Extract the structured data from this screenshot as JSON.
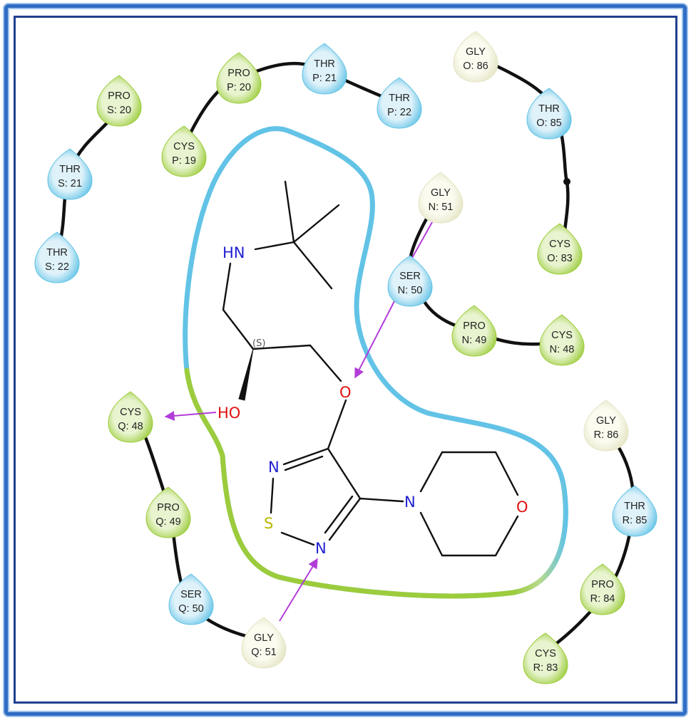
{
  "colors": {
    "hydrophobic": "#9ccc3c",
    "polar": "#62c3e6",
    "glycine": "#f2f2dc",
    "interaction_arrow": "#b23cd8",
    "frame_outer": "#2f6cc4",
    "frame_inner": "#1f3f8f",
    "nitrogen": "#2020d0",
    "oxygen": "#e01010",
    "sulfur": "#b8b800"
  },
  "residues": [
    {
      "id": "pro-s20",
      "name": "PRO",
      "label": "S: 20",
      "type": "hydrophobic"
    },
    {
      "id": "thr-s21",
      "name": "THR",
      "label": "S: 21",
      "type": "polar"
    },
    {
      "id": "thr-s22",
      "name": "THR",
      "label": "S: 22",
      "type": "polar"
    },
    {
      "id": "cys-p19",
      "name": "CYS",
      "label": "P: 19",
      "type": "hydrophobic"
    },
    {
      "id": "pro-p20",
      "name": "PRO",
      "label": "P: 20",
      "type": "hydrophobic"
    },
    {
      "id": "thr-p21",
      "name": "THR",
      "label": "P: 21",
      "type": "polar"
    },
    {
      "id": "thr-p22",
      "name": "THR",
      "label": "P: 22",
      "type": "polar"
    },
    {
      "id": "gly-o86",
      "name": "GLY",
      "label": "O: 86",
      "type": "glycine"
    },
    {
      "id": "thr-o85",
      "name": "THR",
      "label": "O: 85",
      "type": "polar"
    },
    {
      "id": "cys-o83",
      "name": "CYS",
      "label": "O: 83",
      "type": "hydrophobic"
    },
    {
      "id": "gly-n51",
      "name": "GLY",
      "label": "N: 51",
      "type": "glycine"
    },
    {
      "id": "ser-n50",
      "name": "SER",
      "label": "N: 50",
      "type": "polar"
    },
    {
      "id": "pro-n49",
      "name": "PRO",
      "label": "N: 49",
      "type": "hydrophobic"
    },
    {
      "id": "cys-n48",
      "name": "CYS",
      "label": "N: 48",
      "type": "hydrophobic"
    },
    {
      "id": "cys-q48",
      "name": "CYS",
      "label": "Q: 48",
      "type": "hydrophobic"
    },
    {
      "id": "pro-q49",
      "name": "PRO",
      "label": "Q: 49",
      "type": "hydrophobic"
    },
    {
      "id": "ser-q50",
      "name": "SER",
      "label": "Q: 50",
      "type": "polar"
    },
    {
      "id": "gly-q51",
      "name": "GLY",
      "label": "Q: 51",
      "type": "glycine"
    },
    {
      "id": "gly-r86",
      "name": "GLY",
      "label": "R: 86",
      "type": "glycine"
    },
    {
      "id": "thr-r85",
      "name": "THR",
      "label": "R: 85",
      "type": "polar"
    },
    {
      "id": "pro-r84",
      "name": "PRO",
      "label": "R: 84",
      "type": "hydrophobic"
    },
    {
      "id": "cys-r83",
      "name": "CYS",
      "label": "R: 83",
      "type": "hydrophobic"
    }
  ],
  "ligand": {
    "atoms": {
      "hn": "HN",
      "stereo": "(S)",
      "ho": "HO",
      "ether_o": "O",
      "ring_n_top": "N",
      "ring_s": "S",
      "ring_n_bottom": "N",
      "morpholine_n": "N",
      "morpholine_o": "O"
    }
  }
}
